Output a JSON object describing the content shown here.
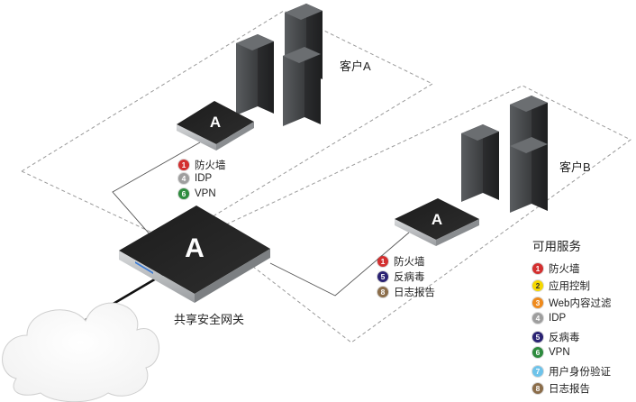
{
  "customer_a": {
    "label": "客户A"
  },
  "customer_b": {
    "label": "客户B"
  },
  "gateway": {
    "label": "共享安全网关",
    "logo": "A"
  },
  "firewall_a": {
    "logo": "A",
    "services": [
      {
        "num": "1",
        "name": "防火墙",
        "color": "#d32f2f"
      },
      {
        "num": "4",
        "name": "IDP",
        "color": "#9e9e9e"
      },
      {
        "num": "6",
        "name": "VPN",
        "color": "#2e8b3e"
      }
    ]
  },
  "firewall_b": {
    "logo": "A",
    "services": [
      {
        "num": "1",
        "name": "防火墙",
        "color": "#d32f2f"
      },
      {
        "num": "5",
        "name": "反病毒",
        "color": "#2a2273"
      },
      {
        "num": "8",
        "name": "日志报告",
        "color": "#8b6d4a"
      }
    ]
  },
  "legend": {
    "title": "可用服务",
    "items": [
      {
        "num": "1",
        "name": "防火墙",
        "color": "#d32f2f"
      },
      {
        "num": "2",
        "name": "应用控制",
        "color": "#f5d800"
      },
      {
        "num": "3",
        "name": "Web内容过滤",
        "color": "#ef8a1c"
      },
      {
        "num": "4",
        "name": "IDP",
        "color": "#9e9e9e"
      },
      {
        "num": "5",
        "name": "反病毒",
        "color": "#2a2273"
      },
      {
        "num": "6",
        "name": "VPN",
        "color": "#2e8b3e"
      },
      {
        "num": "7",
        "name": "用户身份验证",
        "color": "#6ec3ea"
      },
      {
        "num": "8",
        "name": "日志报告",
        "color": "#8b6d4a"
      }
    ]
  }
}
